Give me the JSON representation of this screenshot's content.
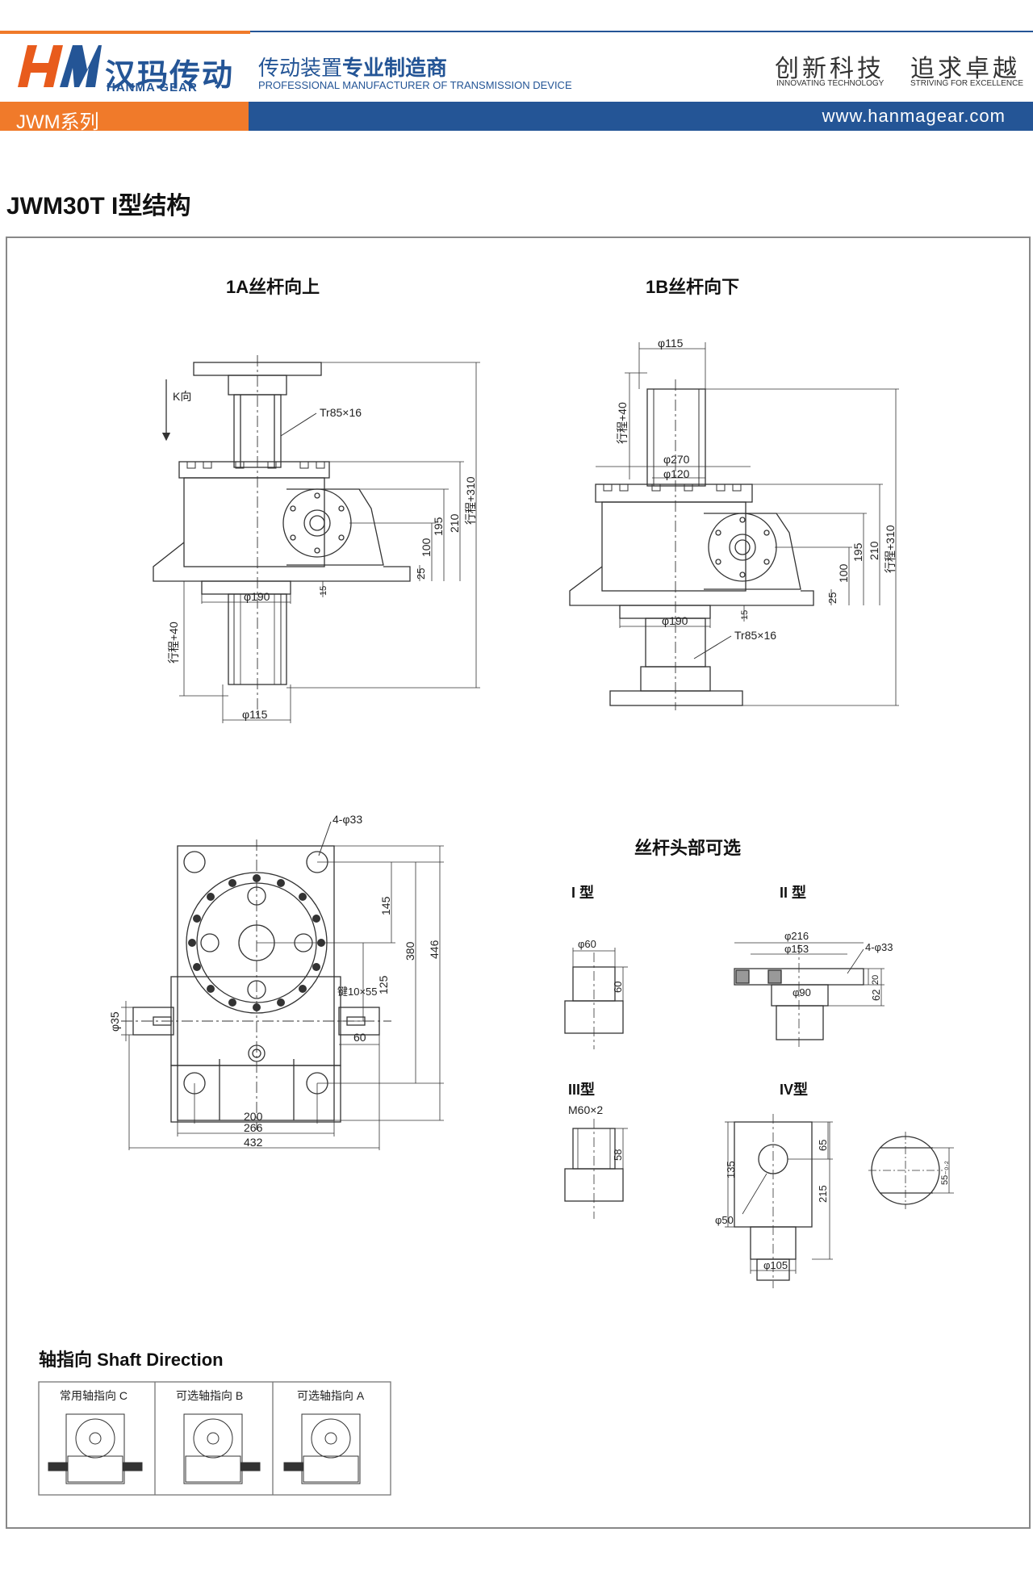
{
  "header": {
    "brand_cn": "汉玛传动",
    "brand_en": "HANMA GEAR",
    "tagline_cn_a": "传动装置",
    "tagline_cn_b": "专业制造商",
    "tagline_en": "PROFESSIONAL MANUFACTURER OF TRANSMISSION DEVICE",
    "motto1_cn": "创新科技",
    "motto1_en": "INNOVATING TECHNOLOGY",
    "motto2_cn": "追求卓越",
    "motto2_en": "STRIVING FOR EXCELLENCE",
    "series": "JWM系列",
    "website": "www.hanmagear.com"
  },
  "page_title": "JWM30T I型结构",
  "views": {
    "a1": {
      "title": "1A丝杆向上",
      "k_dir": "K向",
      "thread": "Tr85×16",
      "d190": "φ190",
      "d115": "φ115",
      "stroke": "行程+40",
      "dims": [
        "195",
        "210",
        "行程+310",
        "100",
        "25",
        "15"
      ]
    },
    "b1": {
      "title": "1B丝杆向下",
      "d115": "φ115",
      "stroke": "行程+40",
      "d270": "φ270",
      "d120": "φ120",
      "d190": "φ190",
      "thread": "Tr85×16",
      "dims": [
        "195",
        "210",
        "行程+310",
        "100",
        "25",
        "15"
      ]
    },
    "k": {
      "holes": "4-φ33",
      "d35": "φ35",
      "key": "键10×55",
      "d145": "145",
      "d380": "380",
      "d446": "446",
      "d125": "125",
      "d60": "60",
      "d200": "200",
      "d266": "266",
      "d432": "432"
    },
    "heads": {
      "title": "丝杆头部可选",
      "t1": "I 型",
      "t1_d": "φ60",
      "t1_h": "60",
      "t2": "II 型",
      "t2_d216": "φ216",
      "t2_d153": "φ153",
      "t2_holes": "4-φ33",
      "t2_d90": "φ90",
      "t2_h20": "20",
      "t2_h62": "62",
      "t3": "III型",
      "t3_m": "M60×2",
      "t3_h": "58",
      "t4": "IV型",
      "t4_65": "65",
      "t4_135": "135",
      "t4_215": "215",
      "t4_d50": "φ50",
      "t4_d105": "φ105",
      "t4_55": "55₋₀.₂"
    }
  },
  "shaft": {
    "title": "轴指向 Shaft Direction",
    "cells": [
      "常用轴指向 C",
      "可选轴指向 B",
      "可选轴指向 A"
    ]
  }
}
